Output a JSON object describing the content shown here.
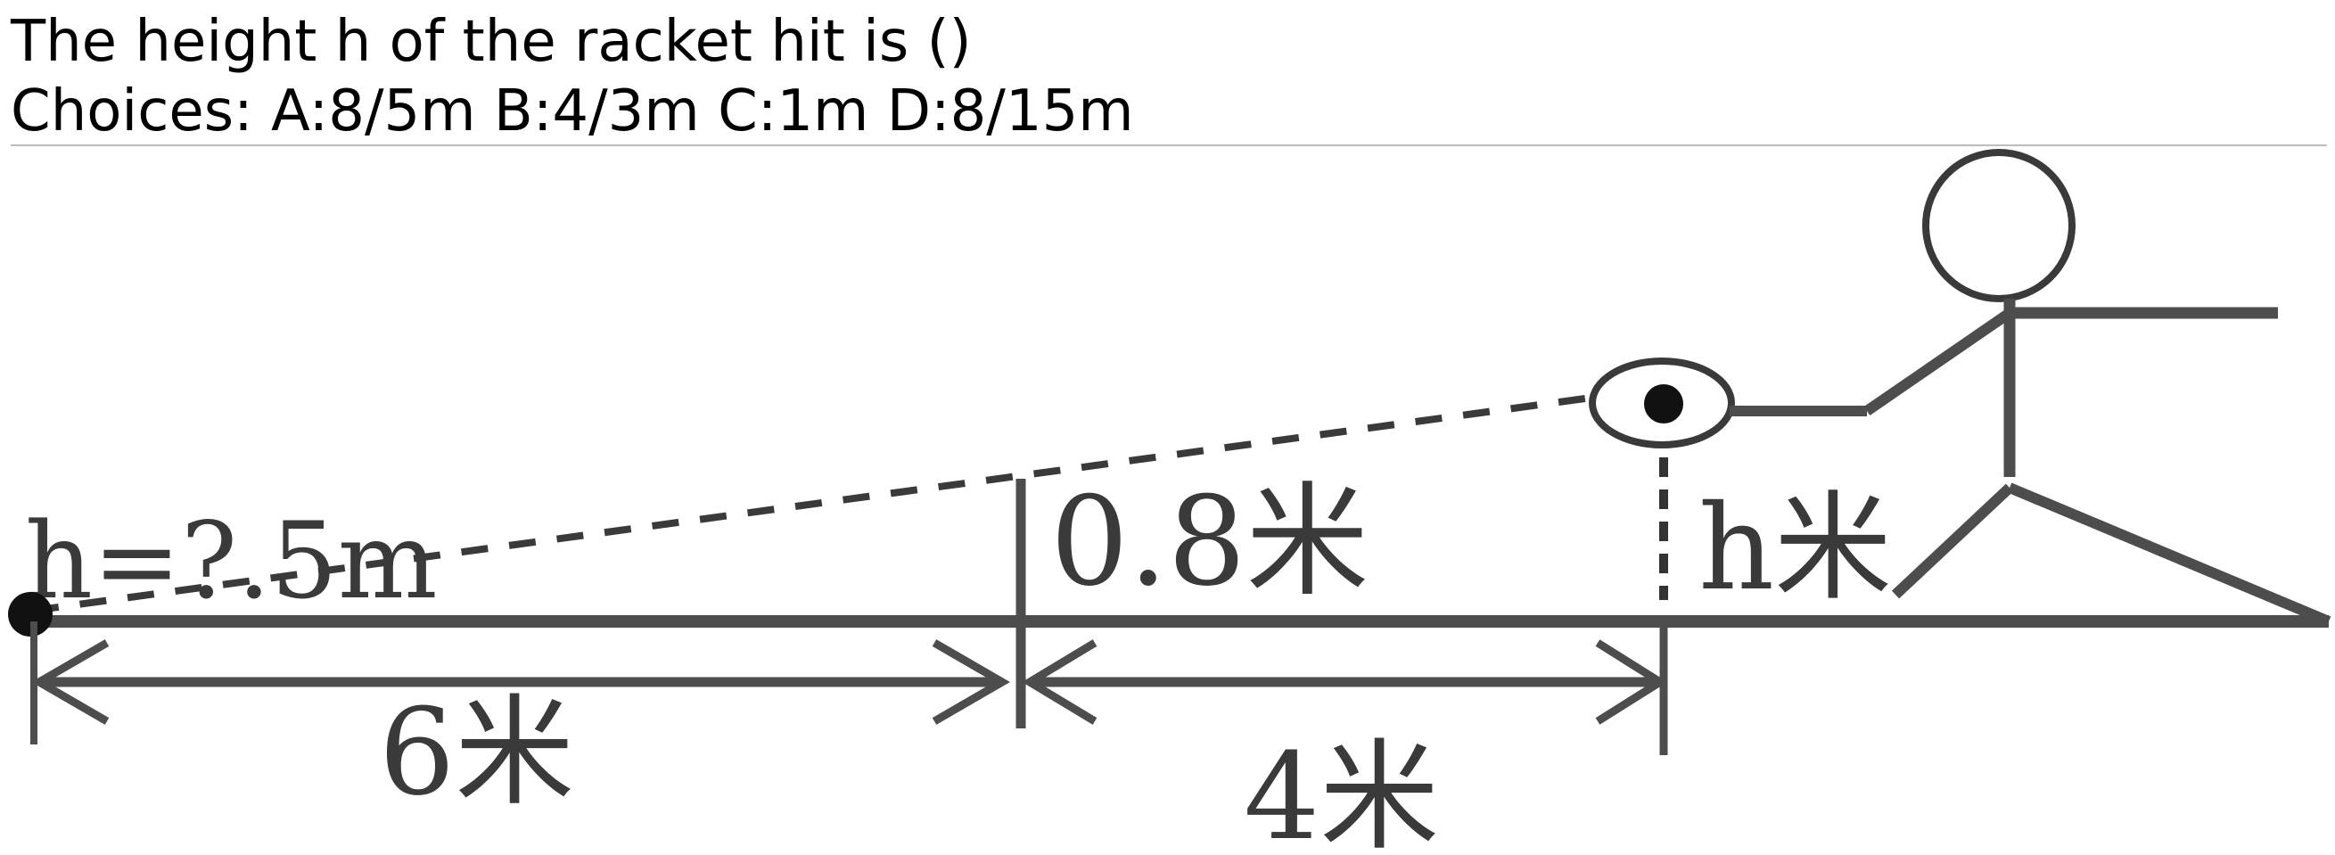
{
  "question": {
    "text": "The height h of the racket hit is ()",
    "choices_line": "Choices: A:8/5m   B:4/3m   C:1m   D:8/15m"
  },
  "diagram": {
    "label_net_height": "0.8米",
    "label_hit_height": "h米",
    "label_left_distance": "6米",
    "label_right_distance": "4米",
    "faint_background_text": "h=?.5m"
  },
  "colors": {
    "line": "#4d4d4d",
    "text": "#000000",
    "divider": "#bdbdbd"
  }
}
